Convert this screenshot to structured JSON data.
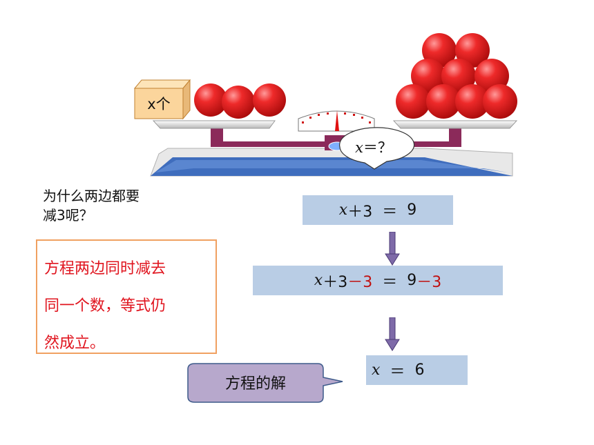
{
  "scale": {
    "box_label": "x个",
    "bubble_var": "x",
    "bubble_rest": "＝？"
  },
  "question": {
    "line1": "为什么两边都要",
    "line2": "减3呢？"
  },
  "rule": {
    "line1": "方程两边同时减去",
    "line2": "同一个数，等式仍",
    "line3": "然成立。"
  },
  "equations": {
    "eq1": {
      "var": "x",
      "left_rest": "＋3",
      "eq": "＝",
      "right": "9"
    },
    "eq2": {
      "var": "x",
      "left_rest": "＋3",
      "minus": "－3",
      "eq": "＝",
      "right": "9",
      "right_minus": "－3"
    },
    "eq3": {
      "var": "x",
      "eq": "＝",
      "right": "6"
    }
  },
  "callout": {
    "label": "方程的解"
  },
  "colors": {
    "red_text": "#e0141e",
    "equation_bg": "#b9cde5",
    "arrow": "#7e6aa8",
    "callout_bg": "#b7a8cc",
    "balance_blue": "#3f6dbd",
    "post_purple": "#8b2a5a"
  }
}
